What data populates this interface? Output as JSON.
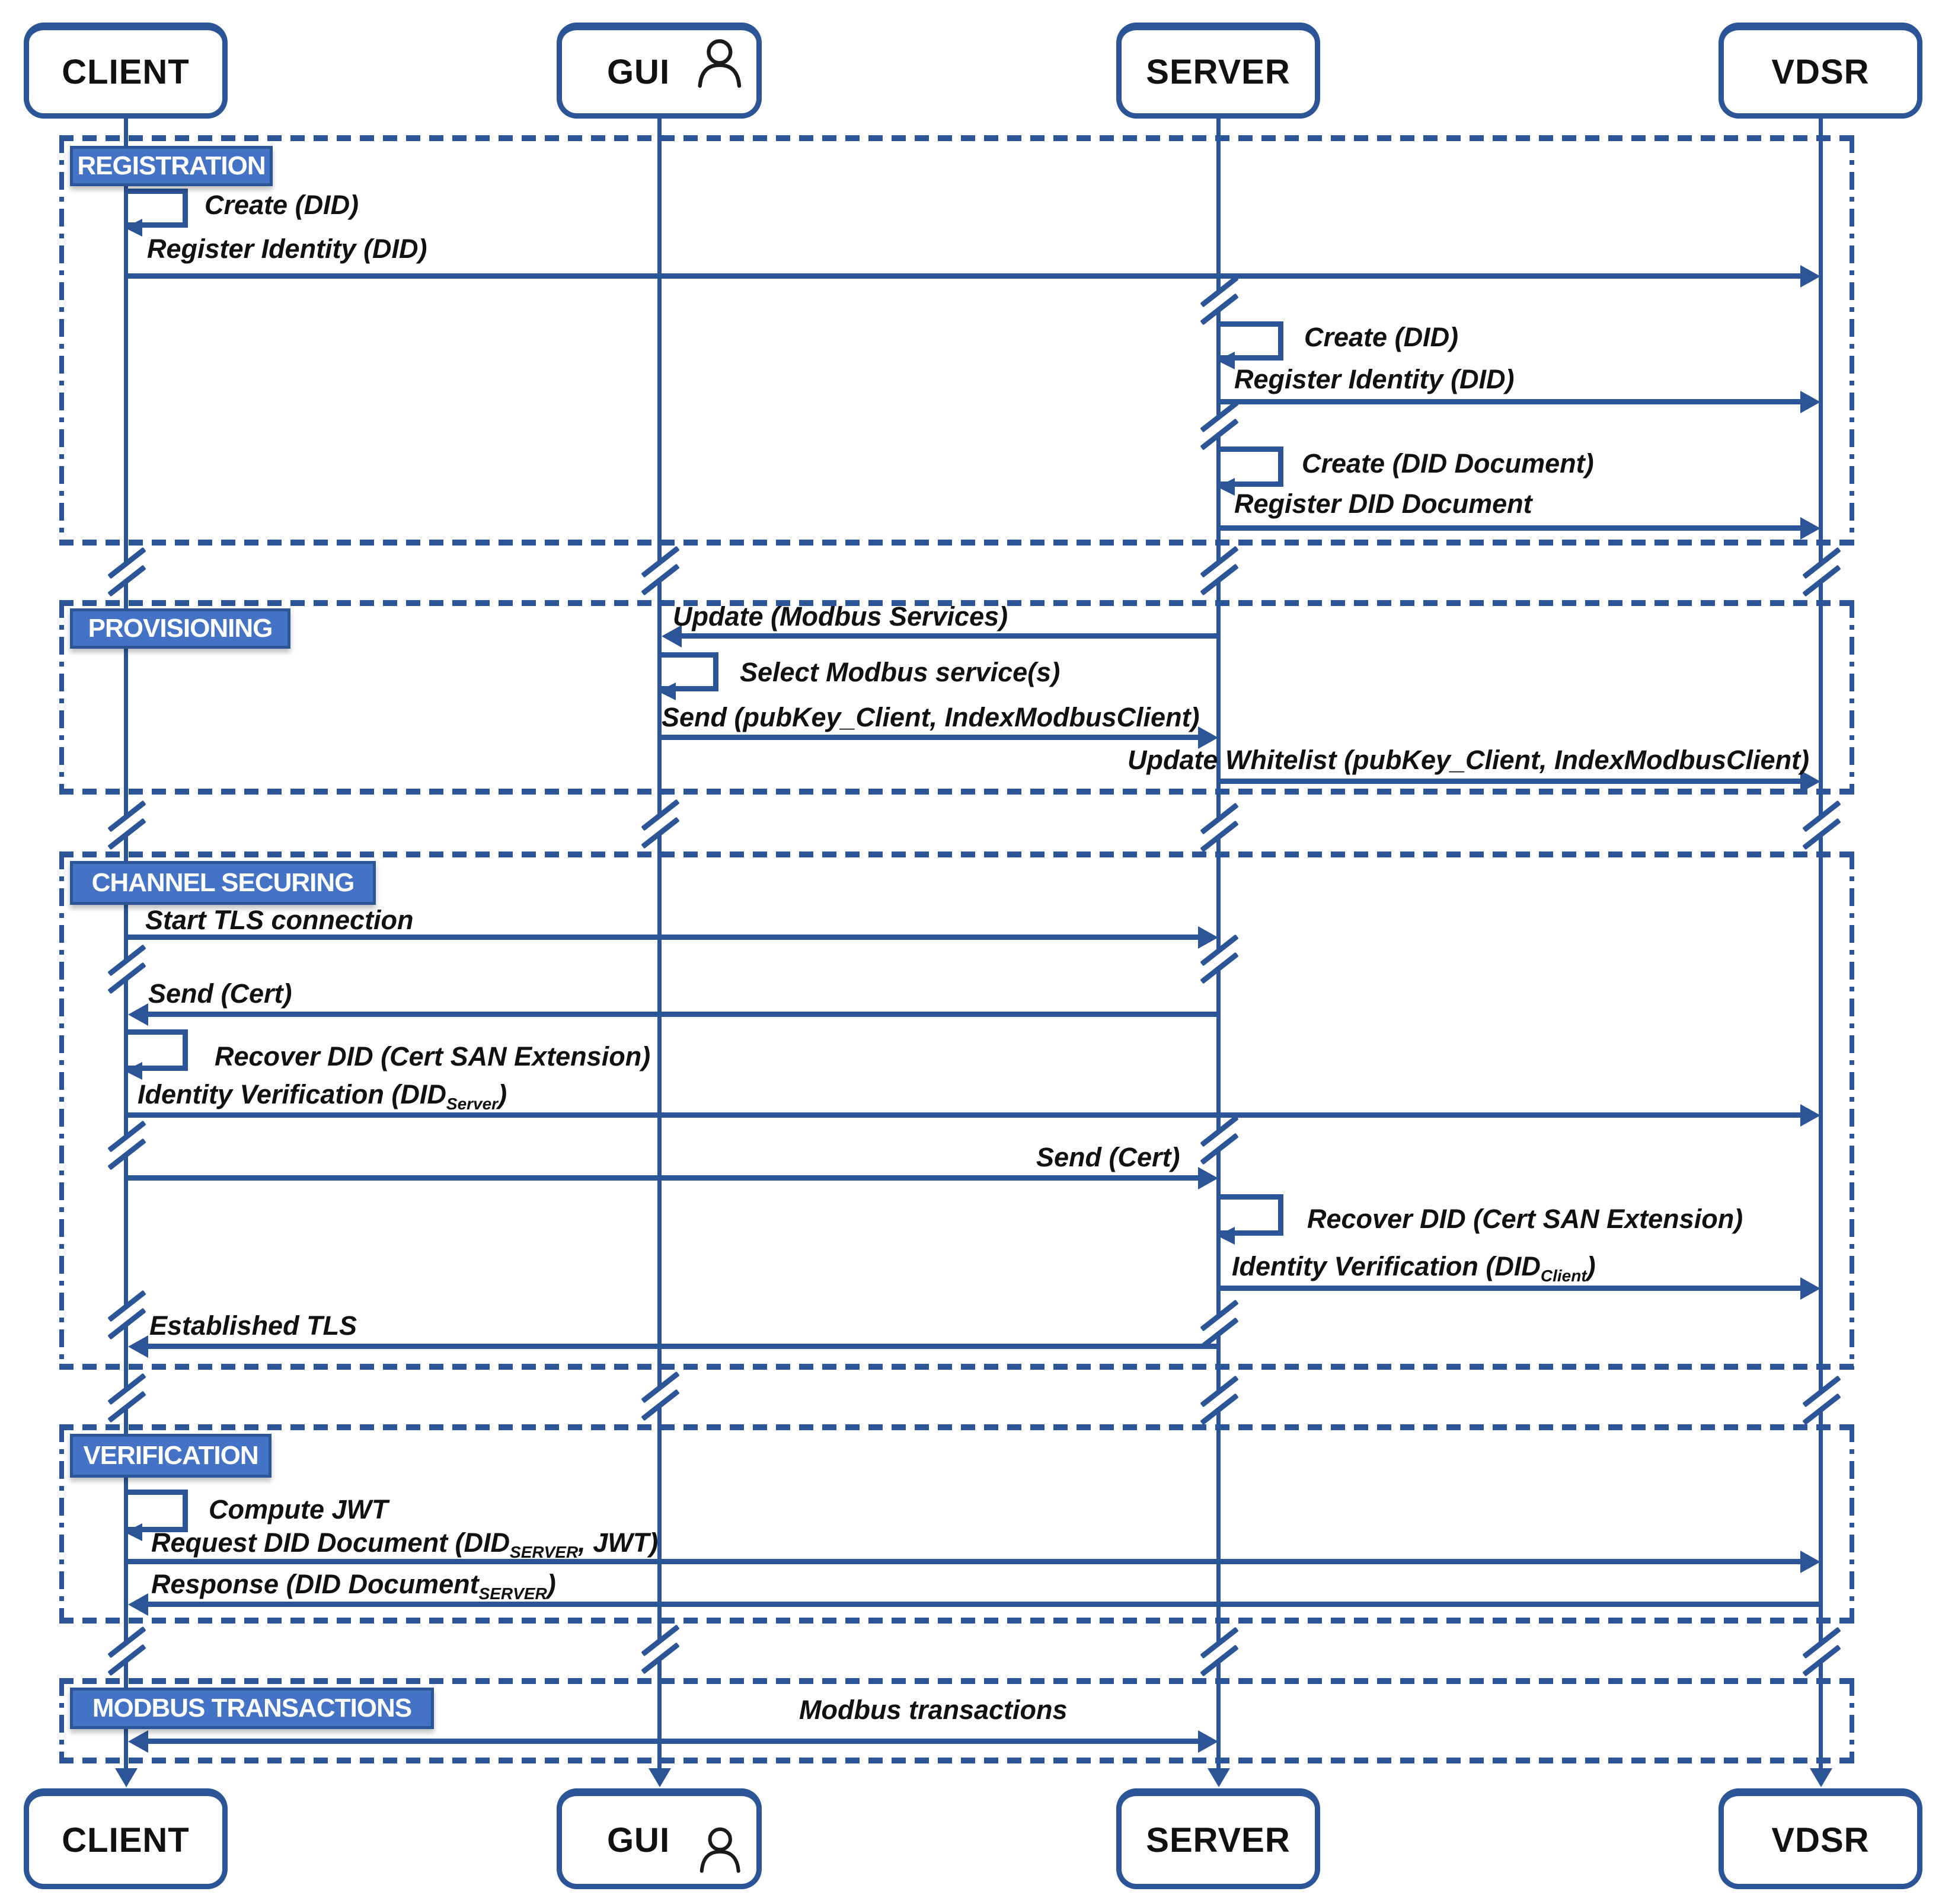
{
  "diagram": {
    "actors": {
      "client": "CLIENT",
      "gui": "GUI",
      "server": "SERVER",
      "vdsr": "VDSR"
    },
    "phases": {
      "registration": "REGISTRATION",
      "provisioning": "PROVISIONING",
      "channel_securing": "CHANNEL SECURING",
      "verification": "VERIFICATION",
      "modbus_transactions": "MODBUS TRANSACTIONS"
    },
    "messages": {
      "client_create_did": "Create (DID)",
      "client_register_identity": "Register Identity (DID)",
      "server_create_did": "Create (DID)",
      "server_register_identity": "Register Identity (DID)",
      "server_create_did_document": "Create (DID Document)",
      "server_register_did_document": "Register DID Document",
      "update_modbus_services": "Update (Modbus Services)",
      "select_modbus_services": "Select Modbus service(s)",
      "send_pubkey_client": "Send (pubKey_Client, IndexModbusClient)",
      "update_whitelist": "Update Whitelist (pubKey_Client, IndexModbusClient)",
      "start_tls": "Start TLS connection",
      "send_cert_to_client": "Send (Cert)",
      "client_recover_did": "Recover DID (Cert SAN Extension)",
      "identity_verification_server": {
        "pre": "Identity Verification (DID",
        "sub": "Server",
        "post": ")"
      },
      "send_cert_to_server": "Send (Cert)",
      "server_recover_did": "Recover DID (Cert SAN Extension)",
      "identity_verification_client": {
        "pre": "Identity Verification (DID",
        "sub": "Client",
        "post": ")"
      },
      "established_tls": "Established TLS",
      "compute_jwt": "Compute JWT",
      "request_did_document": {
        "pre": "Request DID Document (DID",
        "sub": "SERVER",
        "post": ", JWT)"
      },
      "response_did_document": {
        "pre": "Response (DID Document",
        "sub": "SERVER",
        "post": ")"
      },
      "modbus_transactions": "Modbus transactions"
    },
    "icons": {
      "gui_user": "person-icon"
    },
    "colors": {
      "line": "#2C5598",
      "label_fill": "#4472C4",
      "label_text": "#FFFFFF",
      "message_text": "#111111",
      "background": "#FFFFFF"
    }
  }
}
